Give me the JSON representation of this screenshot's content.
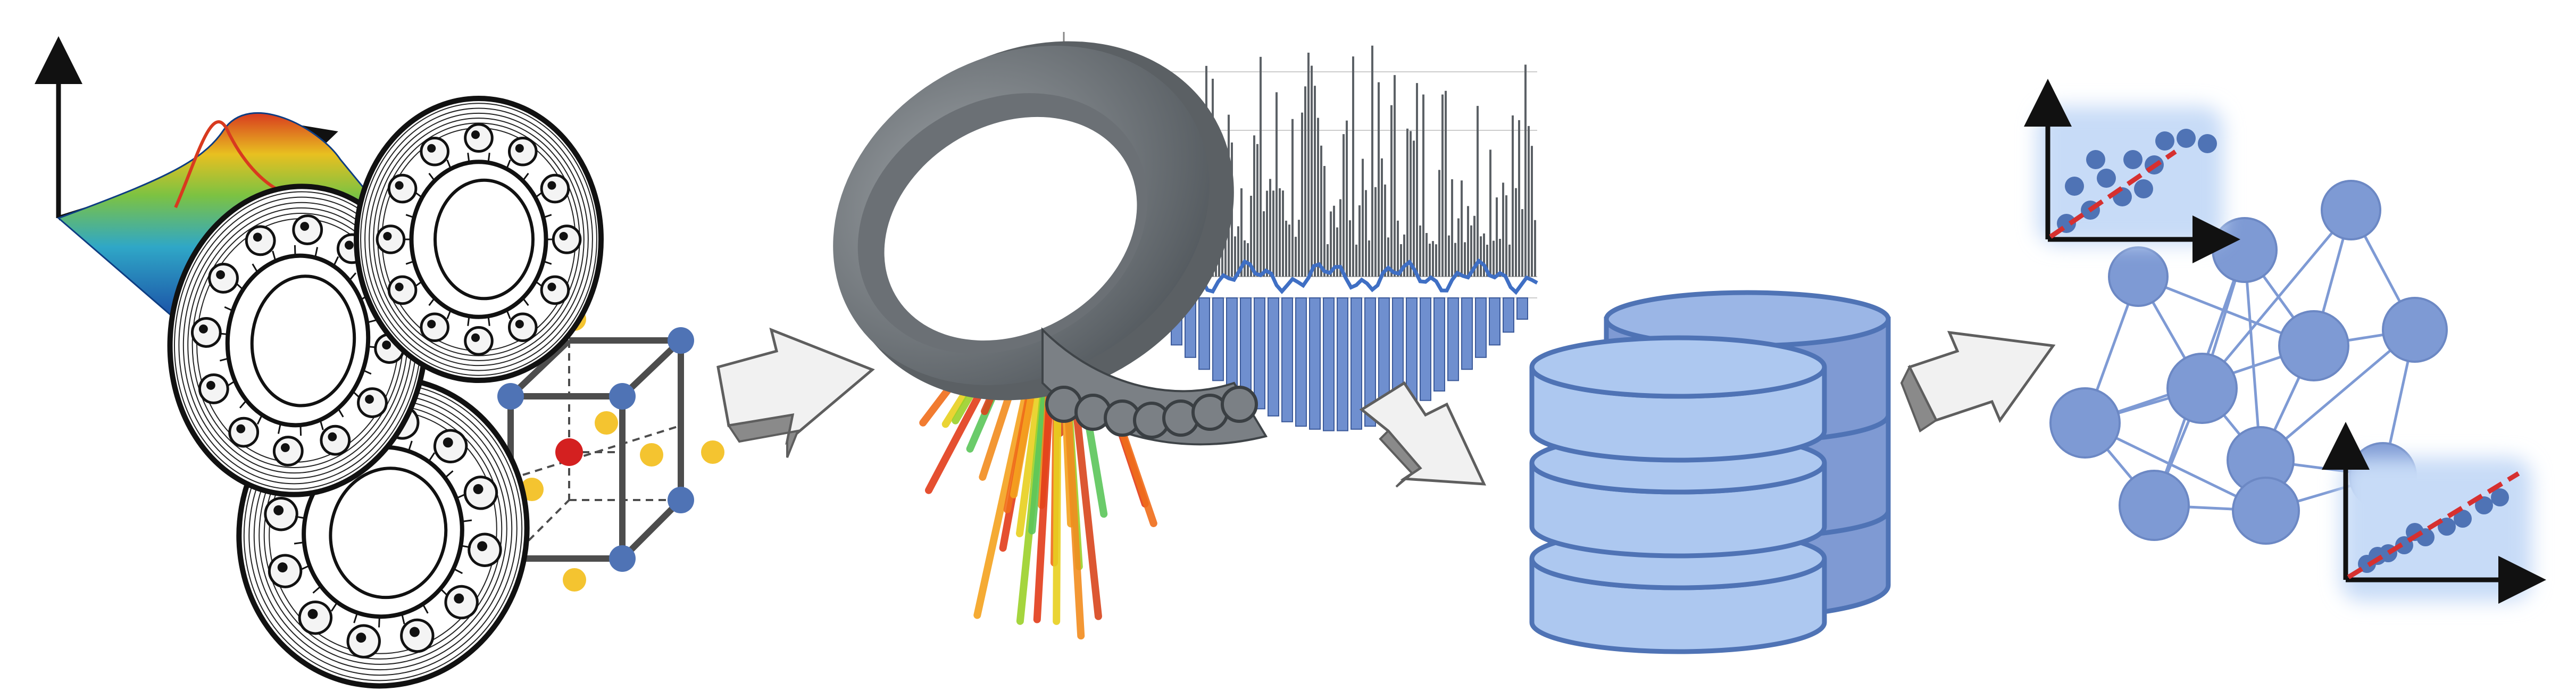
{
  "figure": {
    "stages": [
      {
        "id": "doe",
        "description": "bearings-with-design-space-cube-and-response-surface",
        "icon": "bearing-sketch-icon"
      },
      {
        "id": "simulation",
        "description": "bearing-3d-with-stress-rays-and-signal",
        "icon": "bearing-3d-icon"
      },
      {
        "id": "database",
        "description": "stacked-database-cylinders",
        "icon": "database-icon"
      },
      {
        "id": "ml-model",
        "description": "neural-network-with-regression-plots",
        "icon": "neural-network-icon"
      }
    ],
    "arrows": [
      "arrow-doe-to-simulation",
      "arrow-simulation-to-database",
      "arrow-database-to-model"
    ]
  },
  "colors": {
    "bearing_ink": "#111111",
    "bearing_gray": "#6f7377",
    "db_fill": "#adc8f0",
    "db_stroke": "#4f73b5",
    "db_back": "#7f9ad3",
    "node_fill": "#7e9ad4",
    "node_stroke": "#6c88c4",
    "cube_blue": "#4f73b5",
    "cube_yellow": "#f4c430",
    "cube_red": "#d42020",
    "regression_line": "#d63030",
    "glow": "#c7dbf7",
    "arrow_fill": "#f1f1f1",
    "arrow_shade": "#8a8a8a"
  }
}
